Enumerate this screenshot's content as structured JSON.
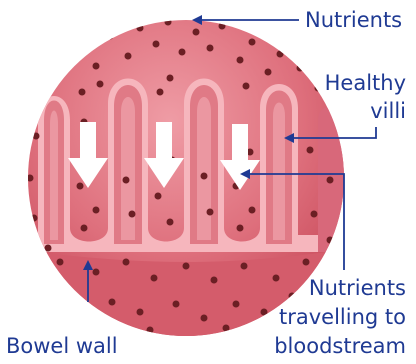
{
  "labels": {
    "nutrients": "Nutrients",
    "healthy_villi_line1": "Healthy",
    "healthy_villi_line2": "villi",
    "nutrients_travelling_line1": "Nutrients",
    "nutrients_travelling_line2": "travelling to",
    "nutrients_travelling_line3": "bloodstream",
    "bowel_wall": "Bowel wall"
  },
  "colors": {
    "label_text": "#1f3a93",
    "leader_line": "#1f3a93",
    "tissue_outer": "#cf5565",
    "tissue_inner": "#e58a95",
    "villus_lining": "#f6b6bd",
    "nutrient_dot": "#6b1f24",
    "arrow_fill": "#ffffff"
  }
}
